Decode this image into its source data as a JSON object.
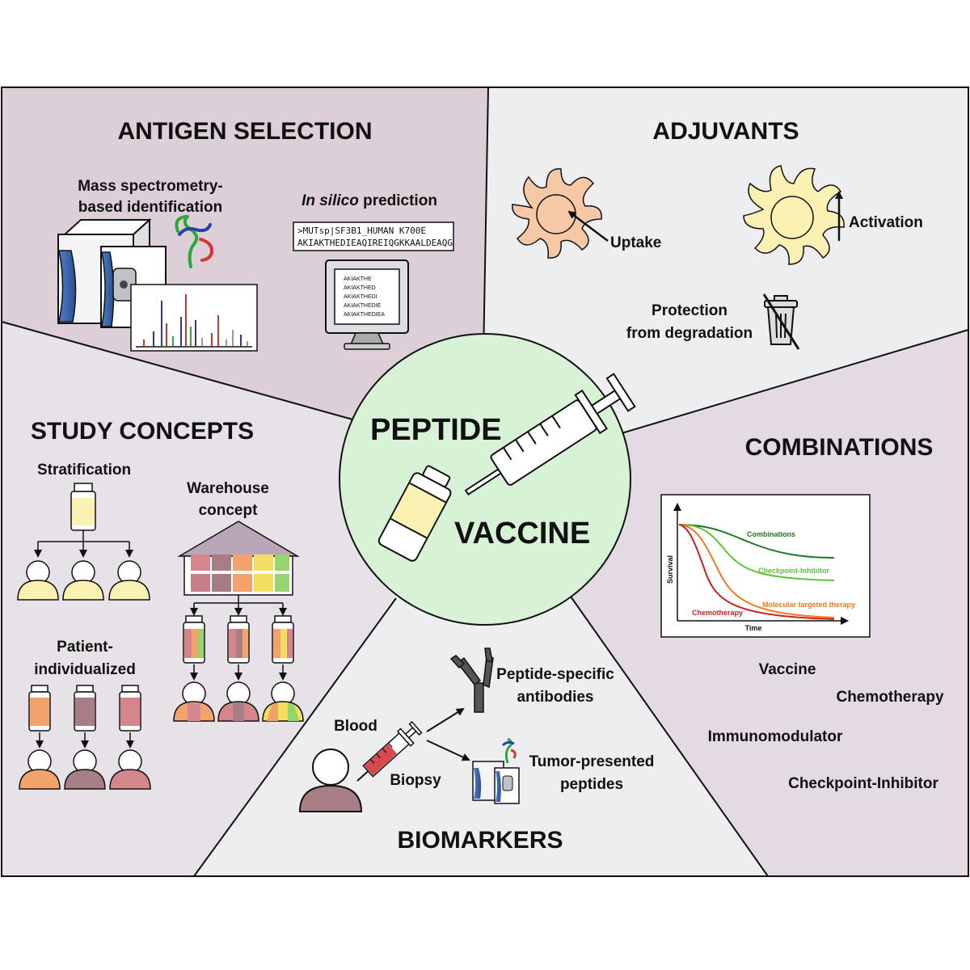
{
  "center": {
    "word1": "PEPTIDE",
    "word2": "VACCINE"
  },
  "antigen_selection": {
    "title": "ANTIGEN SELECTION",
    "ms_line1": "Mass spectrometry-",
    "ms_line2": "based identification",
    "insilico_italic": "In silico",
    "insilico_rest": " prediction",
    "seq_header": ">MUTsp|SF3B1_HUMAN K700E",
    "seq_full": "AKIAKTHEDIEAQIREIQGKKAALDEAQG",
    "monitor_peptides": [
      "AKIAKTHE",
      "AKIAKTHED",
      "AKIAKTHEDI",
      "AKIAKTHEDIE",
      "AKIAKTHEDIEA"
    ]
  },
  "adjuvants": {
    "title": "ADJUVANTS",
    "uptake": "Uptake",
    "activation": "Activation",
    "protection_line1": "Protection",
    "protection_line2": "from degradation"
  },
  "study_concepts": {
    "title": "STUDY CONCEPTS",
    "stratification": "Stratification",
    "warehouse_line1": "Warehouse",
    "warehouse_line2": "concept",
    "patient_line1": "Patient-",
    "patient_line2": "individualized"
  },
  "combinations": {
    "title": "COMBINATIONS",
    "items": [
      "Vaccine",
      "Chemotherapy",
      "Immunomodulator",
      "Checkpoint-Inhibitor"
    ]
  },
  "chart_data": {
    "type": "line",
    "title": "",
    "xlabel": "Time",
    "ylabel": "Survival",
    "series": [
      {
        "name": "Combinations",
        "color": "#1e7a1e"
      },
      {
        "name": "Checkpoint-Inhibitor",
        "color": "#5cc43a"
      },
      {
        "name": "Molecular targeted therapy",
        "color": "#ee7a1e"
      },
      {
        "name": "Chemotherapy",
        "color": "#cc1f1f"
      }
    ]
  },
  "biomarkers": {
    "title": "BIOMARKERS",
    "blood": "Blood",
    "biopsy": "Biopsy",
    "antibodies_line1": "Peptide-specific",
    "antibodies_line2": "antibodies",
    "tumor_line1": "Tumor-presented",
    "tumor_line2": "peptides"
  },
  "colors": {
    "mauve": "#dccfd8",
    "light_gray": "#eeedf0",
    "lavender": "#e7e1e8",
    "center_green": "#d8f2d6",
    "dc_peach": "#f6c8a6",
    "dc_yellow": "#fbf1b3"
  }
}
